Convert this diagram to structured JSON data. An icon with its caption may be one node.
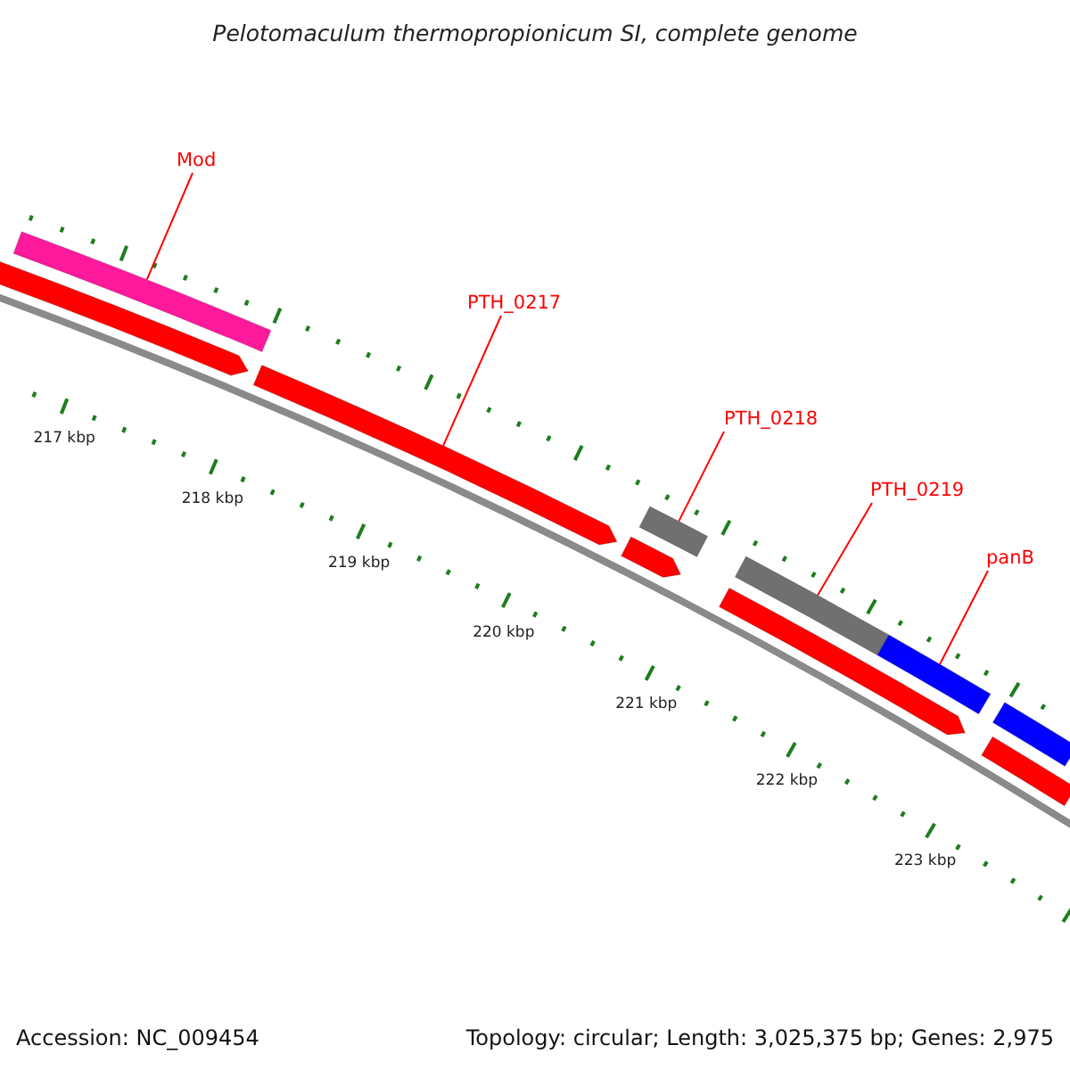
{
  "diagram": {
    "title": "Pelotomaculum thermopropionicum SI, complete genome",
    "nodes": [
      {
        "text": [
          "Mod"
        ]
      },
      {
        "text": [
          "PTH_0217"
        ]
      },
      {
        "text": [
          "PTH_0218"
        ]
      },
      {
        "text": [
          "PTH_0219"
        ]
      },
      {
        "text": [
          "panB"
        ]
      },
      {
        "text": [],
        "shape": "bar"
      },
      {
        "text": [],
        "shape": "bar"
      },
      {
        "text": [],
        "shape": "bar"
      },
      {
        "text": [],
        "shape": "bar"
      },
      {
        "text": [],
        "shape": "bar"
      },
      {
        "text": [],
        "shape": "bar"
      },
      {
        "text": [],
        "shape": "bar"
      },
      {
        "text": [],
        "shape": "bar"
      },
      {
        "text": [],
        "shape": "bar"
      },
      {
        "text": [],
        "shape": "bar"
      }
    ],
    "edges": [
      {
        "from": 0,
        "to": 6,
        "arrow": "none"
      },
      {
        "from": 1,
        "to": 7,
        "arrow": "none"
      },
      {
        "from": 2,
        "to": 9,
        "arrow": "none"
      },
      {
        "from": 3,
        "to": 11,
        "arrow": "none"
      },
      {
        "from": 4,
        "to": 12,
        "arrow": "none"
      }
    ],
    "labels": [
      "217 kbp",
      "218 kbp",
      "219 kbp",
      "220 kbp",
      "221 kbp",
      "222 kbp",
      "223 kbp",
      "Accession: NC_009454",
      "Topology: circular; Length: 3,025,375 bp; Genes: 2,975"
    ]
  }
}
